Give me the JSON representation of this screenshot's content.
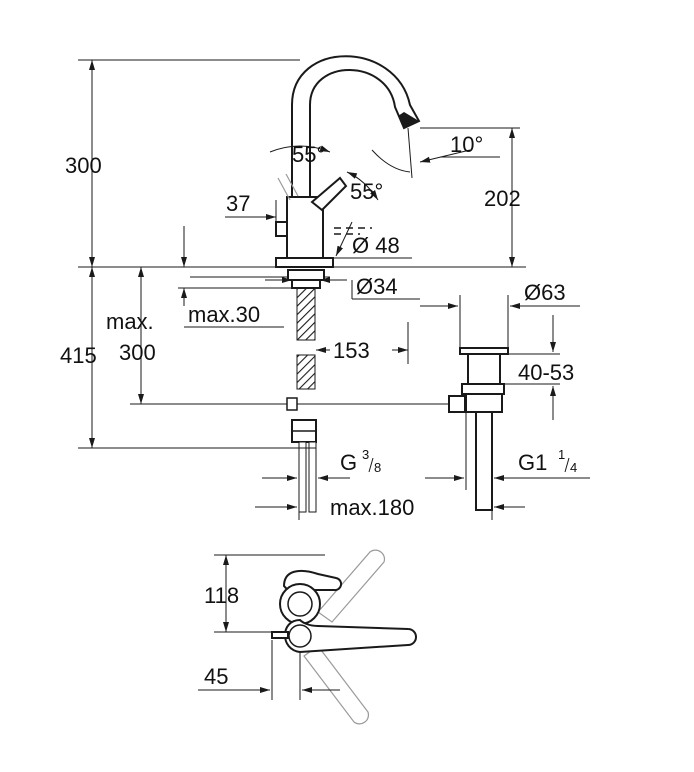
{
  "title": "",
  "colors": {
    "line": "#1a1a1a",
    "hidden": "#9a9a9a",
    "background": "#ffffff"
  },
  "dimensions": {
    "spout_height": "300",
    "spout_angle": "10°",
    "swivel_angle_1": "55°",
    "swivel_angle_2": "55°",
    "handle_offset": "37",
    "outlet_height": "202",
    "base_diameter": "Ø 48",
    "shank_diameter": "Ø34",
    "max_label": "max.",
    "max_thickness": "max.30",
    "total_height": "415",
    "max_300": "300",
    "reach": "153",
    "waste_diameter": "Ø63",
    "waste_range": "40-53",
    "g38_main": "G",
    "g38_num": "3",
    "g38_den": "8",
    "g114_main": "G1",
    "g114_num": "1",
    "g114_den": "4",
    "max_180": "max.180",
    "plan_depth": "118",
    "plan_offset": "45"
  }
}
